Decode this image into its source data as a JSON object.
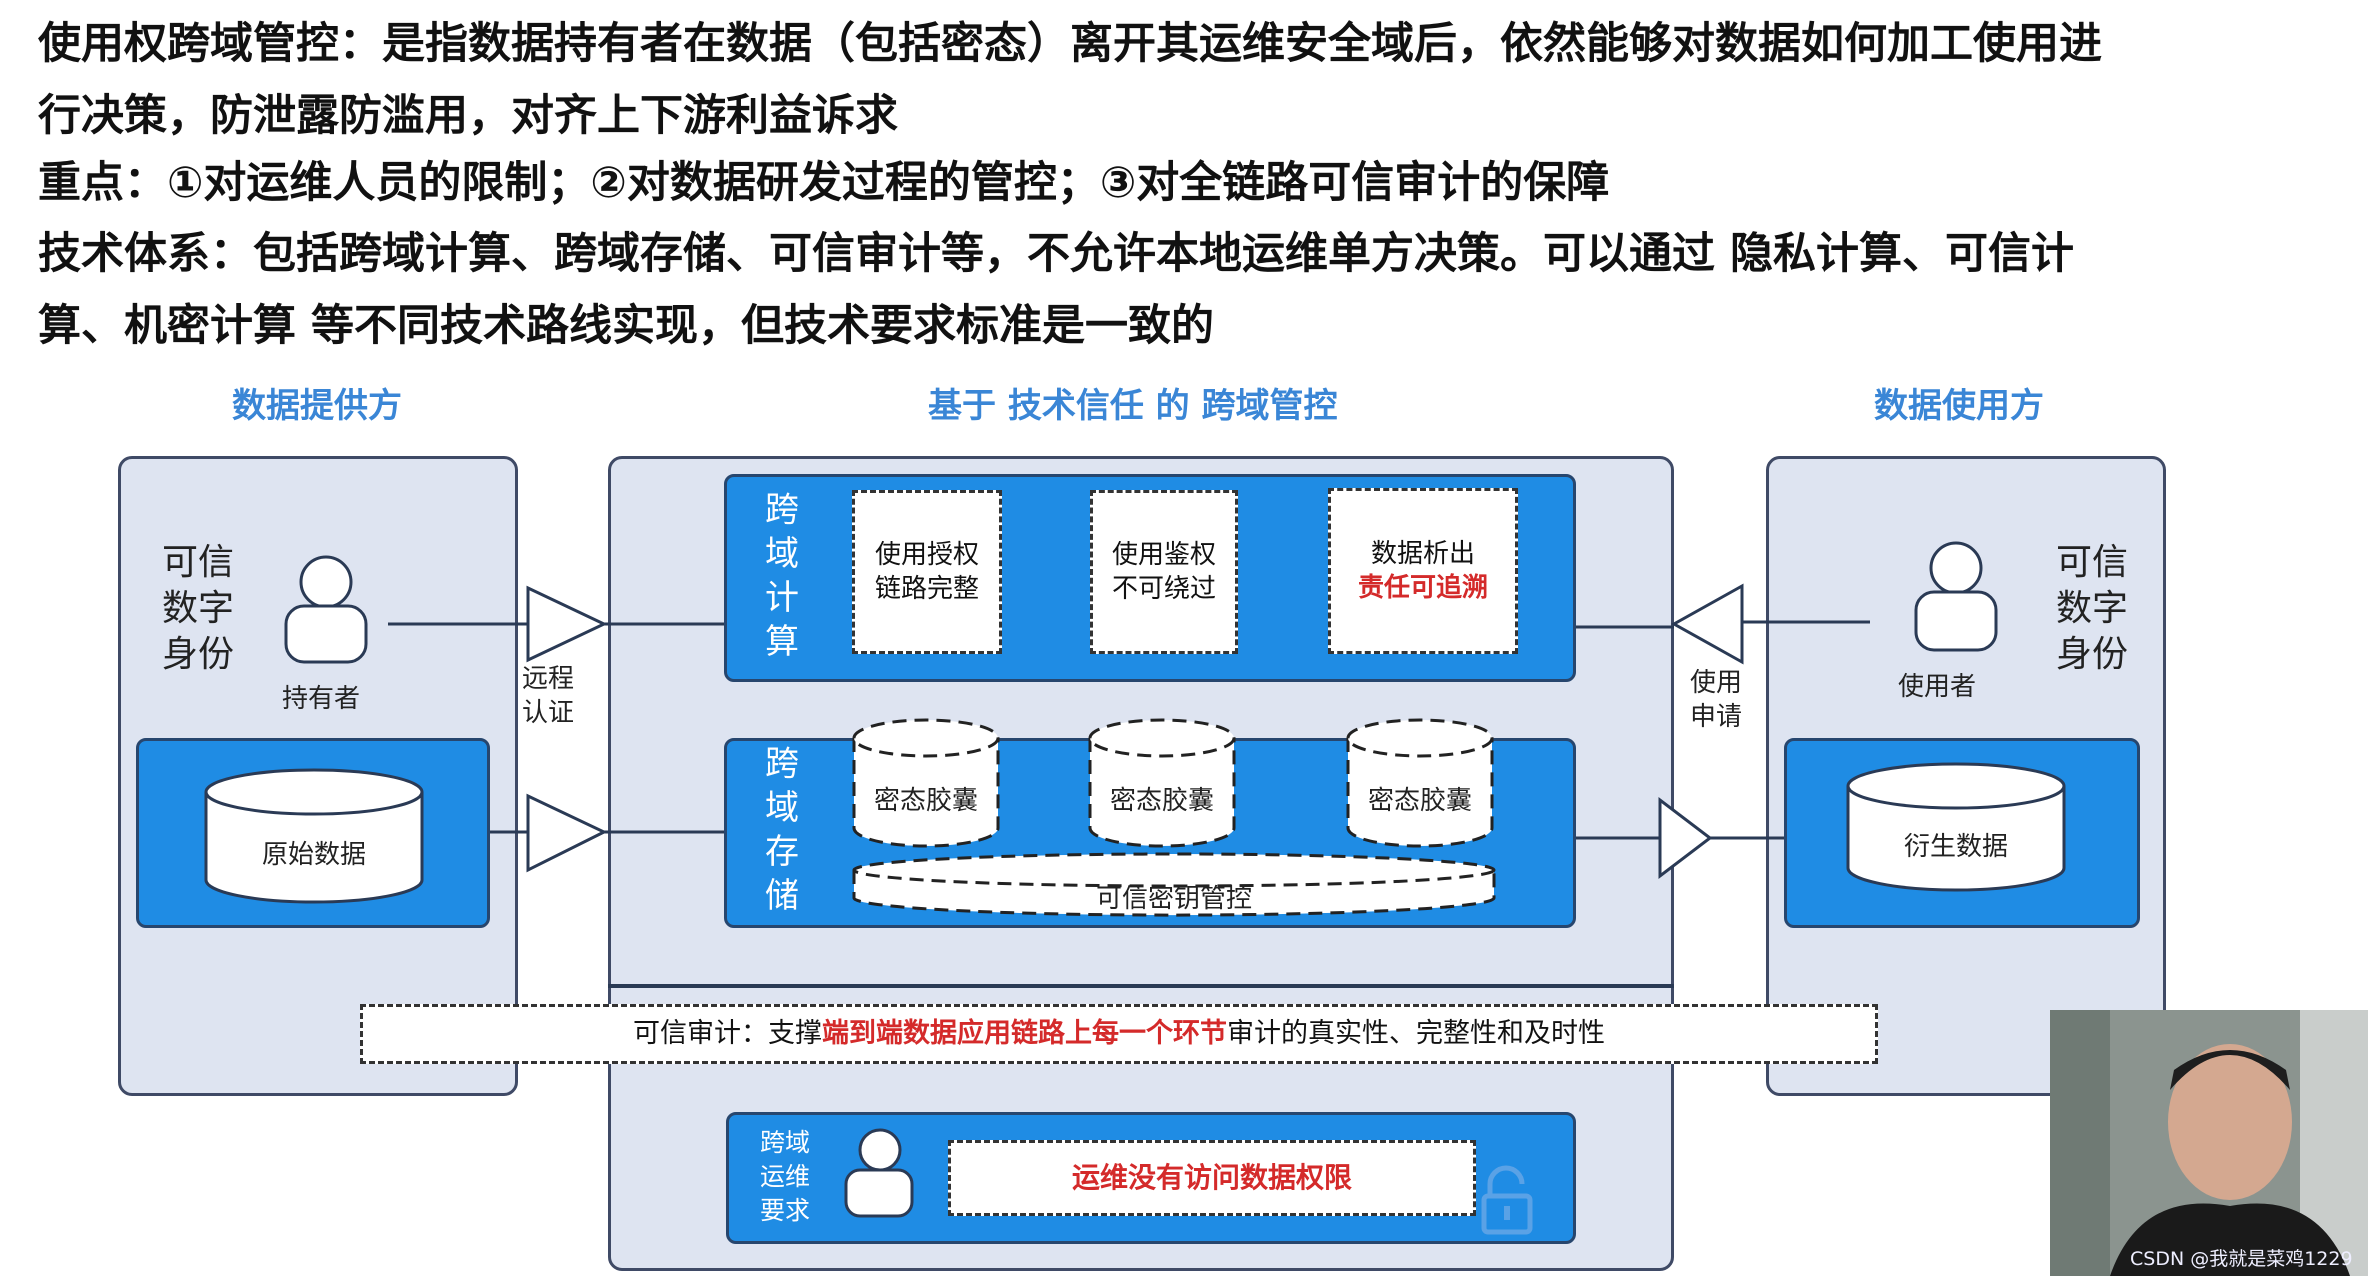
{
  "header": {
    "line1": "使用权跨域管控：是指数据持有者在数据（包括密态）离开其运维安全域后，依然能够对数据如何加工使用进",
    "line2": "行决策，防泄露防滥用，对齐上下游利益诉求",
    "line3": "重点：①对运维人员的限制；②对数据研发过程的管控；③对全链路可信审计的保障",
    "line4": "技术体系：包括跨域计算、跨域存储、可信审计等，不允许本地运维单方决策。可以通过 隐私计算、可信计",
    "line5": "算、机密计算 等不同技术路线实现，但技术要求标准是一致的"
  },
  "columns": {
    "provider": "数据提供方",
    "center": "基于 技术信任 的 跨域管控",
    "user": "数据使用方"
  },
  "provider": {
    "identity": [
      "可信",
      "数字",
      "身份"
    ],
    "holder_label": "持有者",
    "raw_data": "原始数据"
  },
  "user_side": {
    "identity": [
      "可信",
      "数字",
      "身份"
    ],
    "user_label": "使用者",
    "derived_data": "衍生数据"
  },
  "arrows": {
    "remote_auth": [
      "远程",
      "认证"
    ],
    "use_request": [
      "使用",
      "申请"
    ]
  },
  "compute": {
    "label": [
      "跨",
      "域",
      "计",
      "算"
    ],
    "box1": [
      "使用授权",
      "链路完整"
    ],
    "box2": [
      "使用鉴权",
      "不可绕过"
    ],
    "box3_line1": "数据析出",
    "box3_line2": "责任可追溯"
  },
  "storage": {
    "label": [
      "跨",
      "域",
      "存",
      "储"
    ],
    "capsule1": "密态胶囊",
    "capsule2": "密态胶囊",
    "capsule3": "密态胶囊",
    "key_mgmt": "可信密钥管控"
  },
  "audit": {
    "prefix": "可信审计：支撑",
    "highlight": "端到端数据应用链路上每一个环节",
    "suffix": "审计的真实性、完整性和及时性"
  },
  "ops": {
    "label": [
      "跨域",
      "运维",
      "要求"
    ],
    "statement": "运维没有访问数据权限"
  },
  "watermark": "CSDN @我就是菜鸡1229",
  "colors": {
    "accent_blue": "#1f8ce4",
    "panel_bg": "#dee4f1",
    "highlight_red": "#d42a2a",
    "title_blue": "#3a86d6"
  },
  "icons": [
    "person-icon",
    "cylinder-icon",
    "triangle-arrow-icon",
    "lock-icon"
  ]
}
